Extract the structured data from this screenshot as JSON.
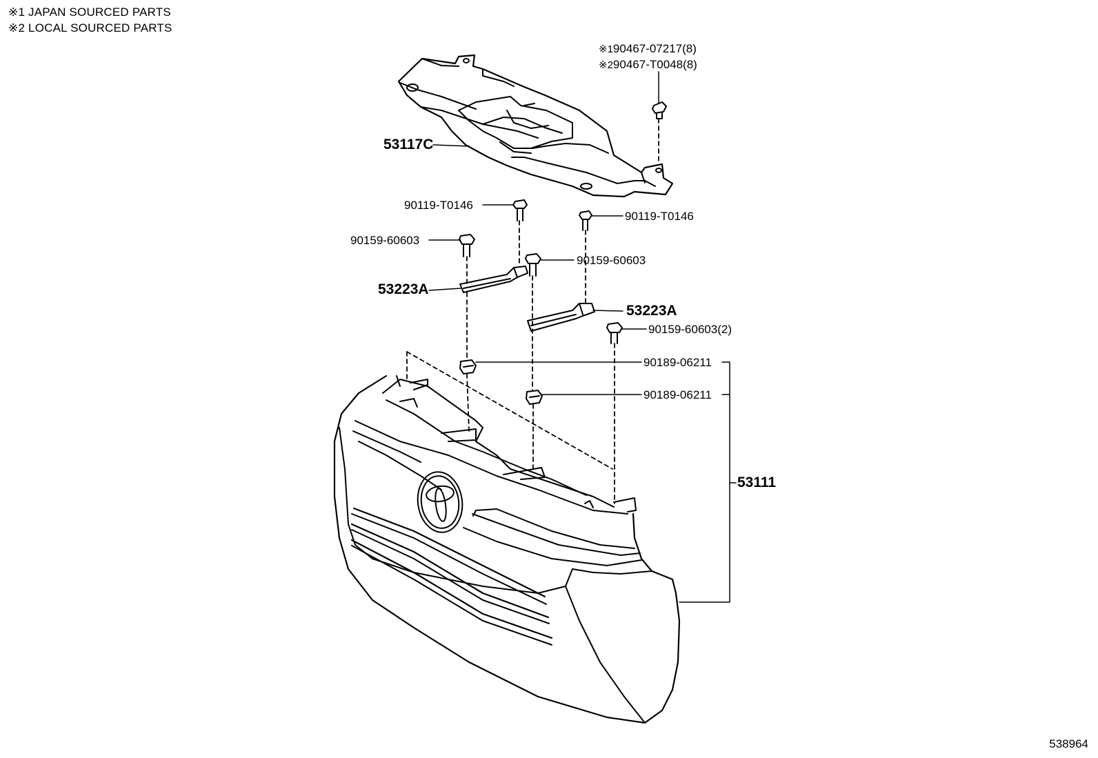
{
  "notes": [
    {
      "mark": "※1",
      "text": "JAPAN SOURCED PARTS"
    },
    {
      "mark": "※2",
      "text": "LOCAL SOURCED PARTS"
    }
  ],
  "diagram_id": "538964",
  "parts": {
    "cover": "53117C",
    "grille": "53111",
    "bracket_left": "53223A",
    "bracket_right": "53223A",
    "clip_japan": {
      "mark": "※1",
      "number": "90467-07217(8)"
    },
    "clip_local": {
      "mark": "※2",
      "number": "90467-T0048(8)"
    },
    "bolt_t0146_left": "90119-T0146",
    "bolt_t0146_right": "90119-T0146",
    "bolt_60603_left": "90159-60603",
    "bolt_60603_center": "90159-60603",
    "bolt_60603_right": "90159-60603(2)",
    "nut_06211_upper": "90189-06211",
    "nut_06211_lower": "90189-06211"
  }
}
